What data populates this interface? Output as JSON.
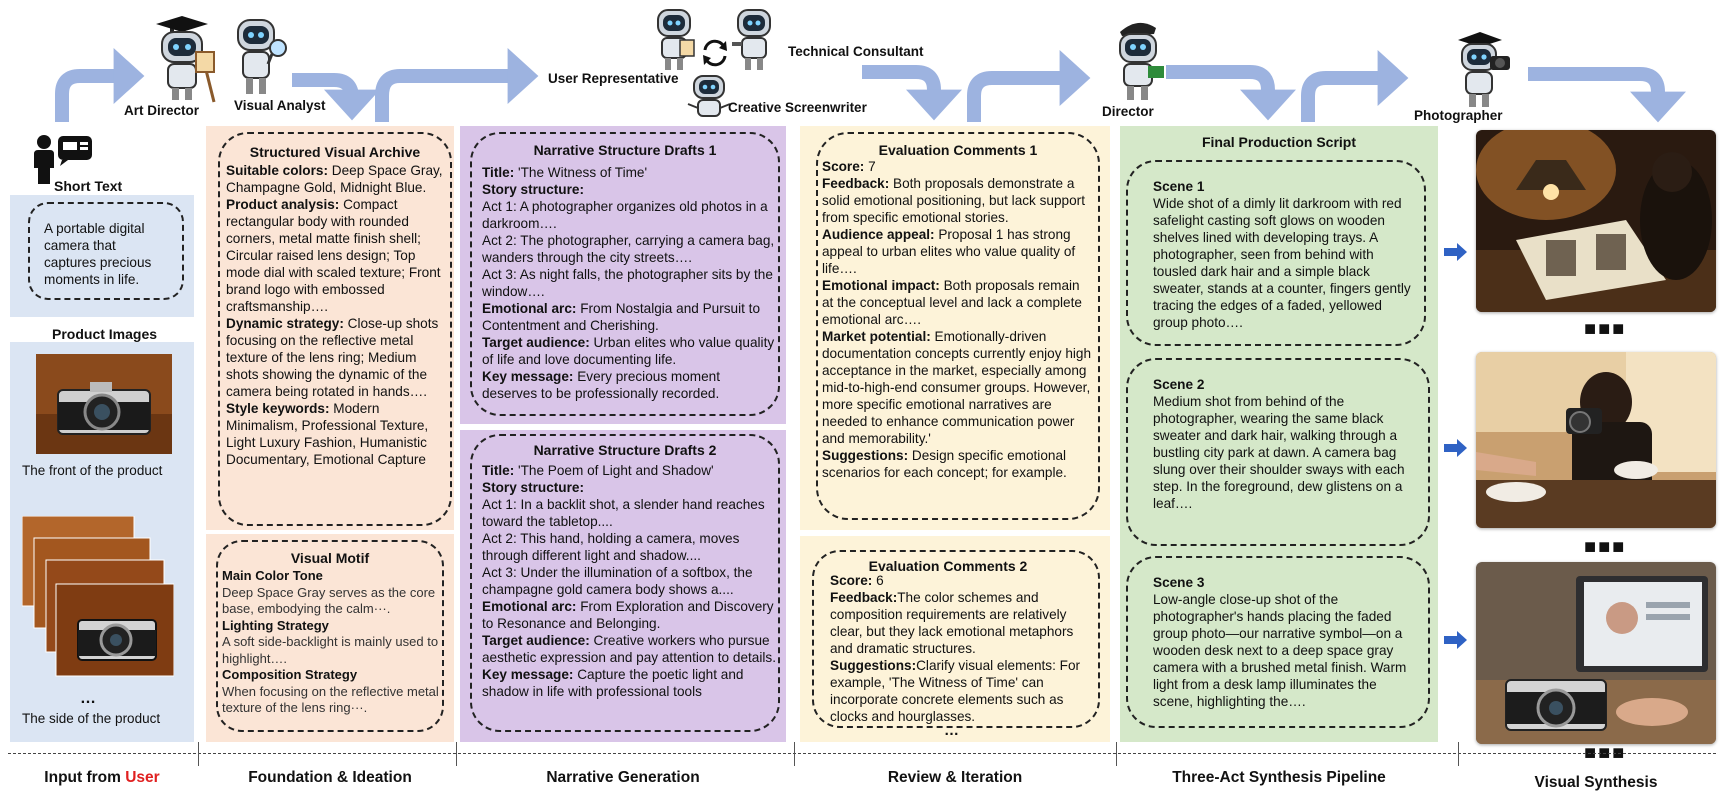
{
  "roles": {
    "art_director": "Art Director",
    "visual_analyst": "Visual Analyst",
    "user_representative": "User Representative",
    "technical_consultant": "Technical Consultant",
    "creative_screenwriter": "Creative Screenwriter",
    "director": "Director",
    "photographer": "Photographer"
  },
  "input": {
    "short_text_label": "Short Text",
    "short_text": "A portable digital camera that captures precious moments in life.",
    "product_images_label": "Product Images",
    "front_caption": "The front of the product",
    "ellipsis": "…",
    "side_caption": "The side of the product"
  },
  "archive": {
    "title": "Structured Visual Archive",
    "items": [
      {
        "label": "Suitable colors:",
        "text": " Deep Space Gray, Champagne Gold, Midnight Blue."
      },
      {
        "label": "Product analysis:",
        "text": " Compact rectangular body with rounded corners, metal matte finish shell; Circular raised lens design; Top mode dial with scaled texture; Front brand logo with embossed craftsmanship…."
      },
      {
        "label": "Dynamic strategy:",
        "text": " Close-up shots focusing on the reflective metal texture of the lens ring; Medium shots showing the dynamic of the camera being rotated in hands…."
      },
      {
        "label": "Style keywords:",
        "text": " Modern Minimalism, Professional Texture, Light Luxury Fashion, Humanistic Documentary, Emotional Capture"
      }
    ]
  },
  "motif": {
    "title": "Visual Motif",
    "items": [
      {
        "label": "Main Color Tone",
        "text": "Deep Space Gray serves as the core base, embodying the calm···."
      },
      {
        "label": "Lighting Strategy",
        "text": "A soft side-backlight is mainly used to highlight…."
      },
      {
        "label": "Composition Strategy",
        "text": "When focusing on the reflective metal texture of the lens ring···."
      }
    ]
  },
  "draft1": {
    "title": "Narrative Structure Drafts 1",
    "lines": [
      {
        "label": "Title:",
        "text": " 'The Witness of Time'"
      },
      {
        "label": "Story structure:",
        "text": ""
      },
      {
        "label": "",
        "text": "Act 1: A photographer organizes old photos in a darkroom…."
      },
      {
        "label": "",
        "text": "Act 2: The photographer, carrying a camera bag, wanders through the city streets…."
      },
      {
        "label": "",
        "text": " Act 3: As night falls, the photographer sits by the window…."
      },
      {
        "label": "Emotional arc:",
        "text": " From Nostalgia and Pursuit to Contentment and Cherishing."
      },
      {
        "label": "Target audience:",
        "text": " Urban elites who value quality of life and love documenting life."
      },
      {
        "label": "Key message:",
        "text": " Every precious moment deserves to be professionally recorded."
      }
    ]
  },
  "draft2": {
    "title": "Narrative Structure Drafts 2",
    "lines": [
      {
        "label": "Title:",
        "text": " 'The Poem of Light and Shadow'"
      },
      {
        "label": "Story structure:",
        "text": ""
      },
      {
        "label": "",
        "text": "Act 1: In a backlit shot, a slender hand reaches toward the tabletop...."
      },
      {
        "label": "",
        "text": "Act 2: This hand, holding a camera, moves through different light and shadow...."
      },
      {
        "label": "",
        "text": "Act 3: Under the illumination of a softbox, the champagne gold camera body shows a...."
      },
      {
        "label": "Emotional arc:",
        "text": " From Exploration and Discovery to Resonance and Belonging."
      },
      {
        "label": "Target audience:",
        "text": " Creative workers who pursue aesthetic expression and pay attention to details."
      },
      {
        "label": "Key message:",
        "text": " Capture the poetic light and shadow in life with professional tools"
      }
    ]
  },
  "eval1": {
    "title": "Evaluation Comments 1",
    "lines": [
      {
        "label": "Score:",
        "text": " 7"
      },
      {
        "label": "Feedback:",
        "text": " Both proposals demonstrate a solid emotional positioning, but lack support from specific emotional stories."
      },
      {
        "label": "Audience appeal:",
        "text": " Proposal 1 has strong appeal to urban elites who value quality of life…."
      },
      {
        "label": "Emotional impact:",
        "text": " Both proposals remain at the conceptual level and lack a complete emotional arc…."
      },
      {
        "label": "Market potential:",
        "text": " Emotionally-driven documentation concepts currently enjoy high acceptance in the market, especially among mid-to-high-end consumer groups. However, more specific emotional narratives are needed to enhance communication power and memorability.'"
      },
      {
        "label": "Suggestions:",
        "text": " Design specific emotional scenarios for each concept; for example."
      }
    ]
  },
  "eval2": {
    "title": "Evaluation Comments 2",
    "lines": [
      {
        "label": "Score:",
        "text": " 6"
      },
      {
        "label": "Feedback:",
        "text": "The color schemes and composition requirements are relatively clear, but they lack emotional metaphors and dramatic structures."
      },
      {
        "label": "Suggestions:",
        "text": "Clarify visual elements: For example, 'The Witness of Time' can incorporate concrete elements such as clocks and hourglasses."
      }
    ],
    "ellipsis": "…"
  },
  "script": {
    "title": "Final Production Script",
    "scenes": [
      {
        "label": "Scene 1",
        "text": "Wide shot of a dimly lit darkroom with red safelight casting soft glows on wooden shelves lined with developing trays. A photographer, seen from behind with tousled dark hair and a simple black sweater, stands at a counter, fingers gently tracing the edges of a faded, yellowed group photo…."
      },
      {
        "label": "Scene 2",
        "text": "Medium shot from behind of the photographer, wearing the same black sweater and dark hair, walking through a bustling city park at dawn. A camera bag slung over their shoulder sways with each step. In the foreground, dew glistens on a leaf…."
      },
      {
        "label": "Scene 3",
        "text": "Low-angle close-up shot of the photographer's hands placing the faded group photo—our narrative symbol—on a wooden desk next to a deep space gray camera with a brushed metal finish. Warm light from a desk lamp illuminates the scene, highlighting the…."
      }
    ]
  },
  "stages": {
    "input_prefix": "Input from ",
    "input_user": "User",
    "foundation": "Foundation & Ideation",
    "narrative": "Narrative Generation",
    "review": "Review & Iteration",
    "synthesis_pipeline": "Three-Act Synthesis Pipeline",
    "visual_synthesis": "Visual Synthesis"
  },
  "colors": {
    "input_bg": "#dbe5f3",
    "foundation_bg": "#fbe5d6",
    "narrative_bg": "#d9c5e8",
    "review_bg": "#fdf3d9",
    "script_bg": "#d5e8c9",
    "arrow": "#9db3e0",
    "user_red": "#e02020",
    "small_arrow": "#2f62c4"
  }
}
